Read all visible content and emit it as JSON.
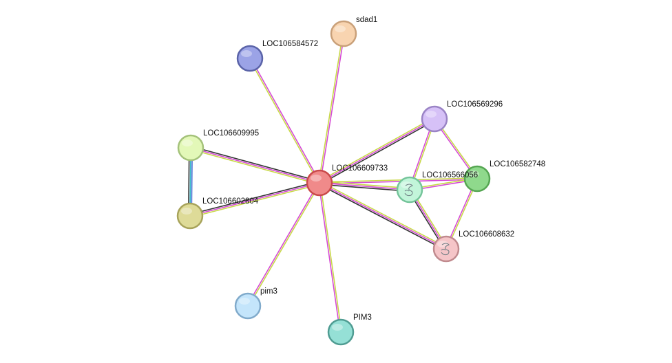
{
  "network": {
    "nodes": [
      {
        "id": "LOC106609733",
        "label": "LOC106609733",
        "fill": "#f08a8a",
        "stroke": "#c94a4a",
        "center": true
      },
      {
        "id": "sdad1",
        "label": "sdad1",
        "fill": "#f8d4b0",
        "stroke": "#c9a079"
      },
      {
        "id": "LOC106584572",
        "label": "LOC106584572",
        "fill": "#9ba3e6",
        "stroke": "#5a63a8"
      },
      {
        "id": "LOC106569296",
        "label": "LOC106569296",
        "fill": "#d6c1f7",
        "stroke": "#9a83c5"
      },
      {
        "id": "LOC106582748",
        "label": "LOC106582748",
        "fill": "#8fd98c",
        "stroke": "#55a652"
      },
      {
        "id": "LOC106566056",
        "label": "LOC106566056",
        "fill": "#c2f5da",
        "stroke": "#74c49a",
        "structure": true
      },
      {
        "id": "LOC106608632",
        "label": "LOC106608632",
        "fill": "#f5c5c8",
        "stroke": "#c08a8e",
        "structure": true
      },
      {
        "id": "LOC106609995",
        "label": "LOC106609995",
        "fill": "#e3f8b8",
        "stroke": "#a4c27a"
      },
      {
        "id": "LOC106602804",
        "label": "LOC106602804",
        "fill": "#dedb98",
        "stroke": "#a7a35a"
      },
      {
        "id": "pim3",
        "label": "pim3",
        "fill": "#c4e5fb",
        "stroke": "#80aacb"
      },
      {
        "id": "PIM3",
        "label": "PIM3",
        "fill": "#95e0d6",
        "stroke": "#4f9c92"
      }
    ],
    "edges": [
      {
        "from": "LOC106609733",
        "to": "sdad1",
        "colors": [
          "#c8d848",
          "#d54bd5"
        ]
      },
      {
        "from": "LOC106609733",
        "to": "LOC106584572",
        "colors": [
          "#c8d848",
          "#d54bd5"
        ]
      },
      {
        "from": "LOC106609733",
        "to": "LOC106569296",
        "colors": [
          "#c8d848",
          "#d54bd5",
          "#333333"
        ]
      },
      {
        "from": "LOC106609733",
        "to": "LOC106582748",
        "colors": [
          "#c8d848",
          "#d54bd5"
        ]
      },
      {
        "from": "LOC106609733",
        "to": "LOC106566056",
        "colors": [
          "#c8d848",
          "#d54bd5",
          "#333333"
        ]
      },
      {
        "from": "LOC106609733",
        "to": "LOC106608632",
        "colors": [
          "#c8d848",
          "#d54bd5",
          "#333333"
        ]
      },
      {
        "from": "LOC106609733",
        "to": "LOC106609995",
        "colors": [
          "#c8d848",
          "#d54bd5",
          "#333333"
        ]
      },
      {
        "from": "LOC106609733",
        "to": "LOC106602804",
        "colors": [
          "#c8d848",
          "#d54bd5",
          "#333333"
        ]
      },
      {
        "from": "LOC106609733",
        "to": "pim3",
        "colors": [
          "#c8d848",
          "#d54bd5"
        ]
      },
      {
        "from": "LOC106609733",
        "to": "PIM3",
        "colors": [
          "#c8d848",
          "#d54bd5"
        ]
      },
      {
        "from": "LOC106609995",
        "to": "LOC106602804",
        "colors": [
          "#4a6fd5",
          "#2fb8c8",
          "#333333"
        ]
      },
      {
        "from": "LOC106569296",
        "to": "LOC106566056",
        "colors": [
          "#c8d848",
          "#d54bd5"
        ]
      },
      {
        "from": "LOC106569296",
        "to": "LOC106582748",
        "colors": [
          "#c8d848",
          "#d54bd5"
        ]
      },
      {
        "from": "LOC106566056",
        "to": "LOC106582748",
        "colors": [
          "#c8d848",
          "#d54bd5"
        ]
      },
      {
        "from": "LOC106566056",
        "to": "LOC106608632",
        "colors": [
          "#c8d848",
          "#d54bd5",
          "#333333"
        ]
      },
      {
        "from": "LOC106582748",
        "to": "LOC106608632",
        "colors": [
          "#c8d848",
          "#d54bd5"
        ]
      }
    ]
  }
}
